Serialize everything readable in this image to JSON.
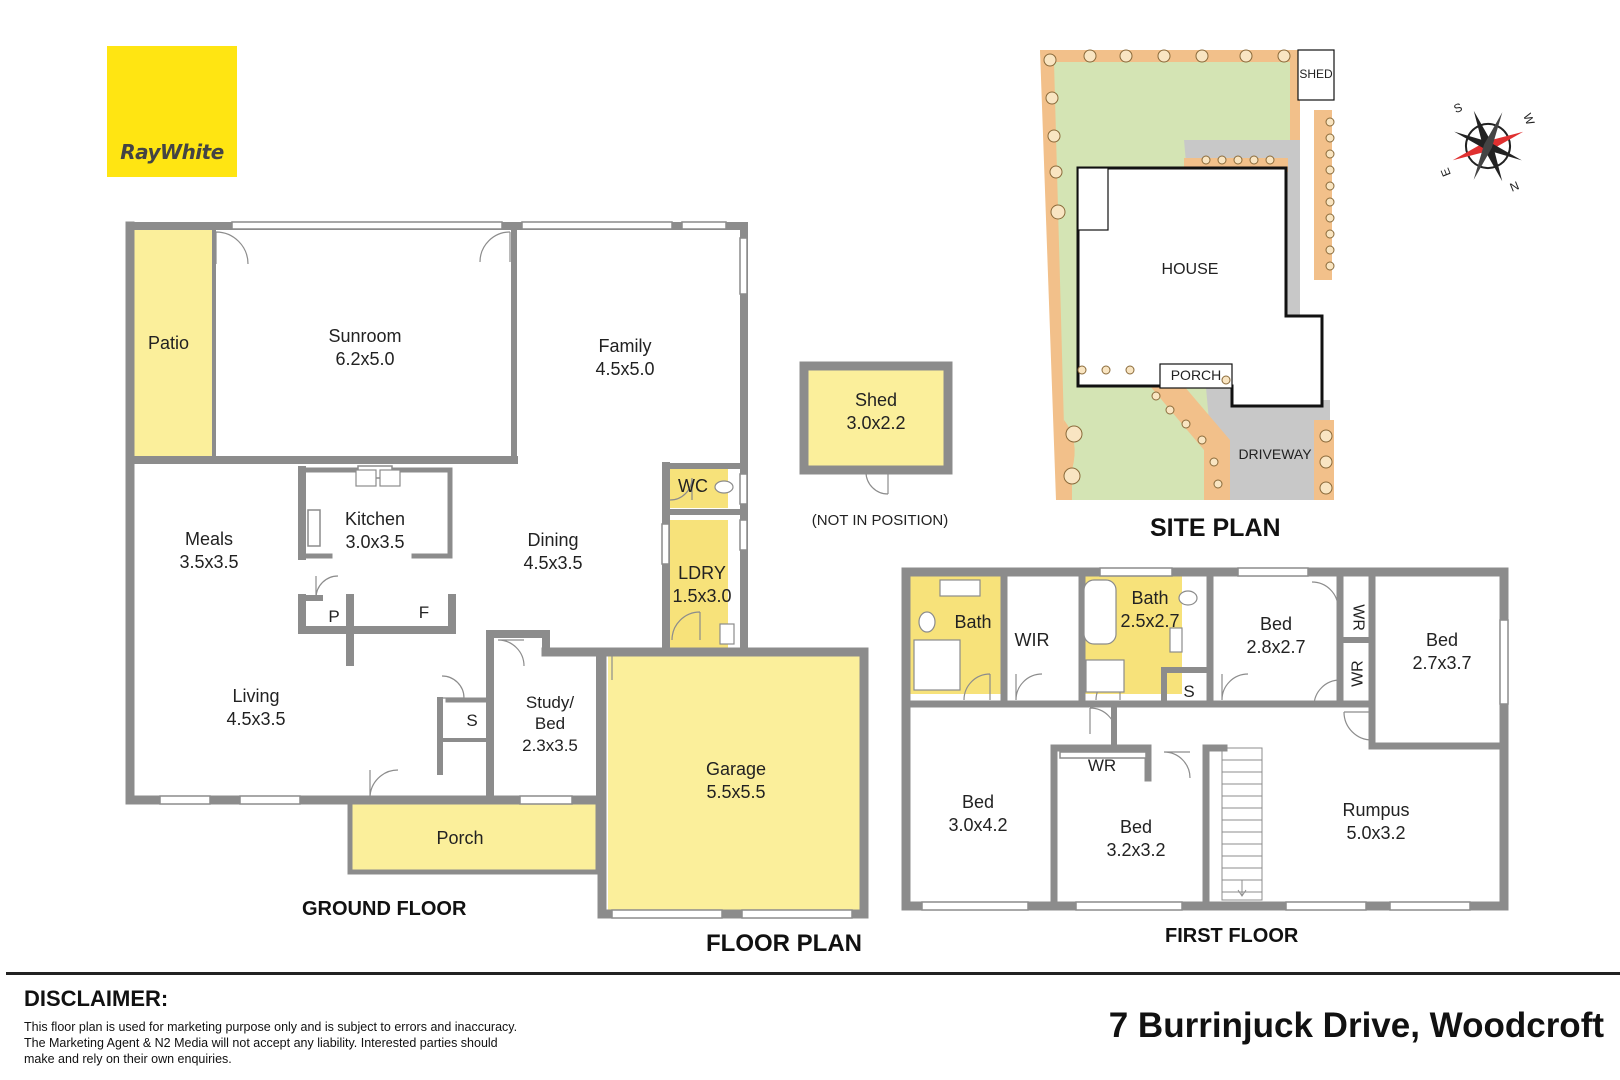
{
  "brand": {
    "logo_text": "RayWhite"
  },
  "headings": {
    "ground_floor": "GROUND FLOOR",
    "floor_plan": "FLOOR PLAN",
    "first_floor": "FIRST FLOOR",
    "site_plan": "SITE PLAN"
  },
  "ground_floor_rooms": {
    "patio": "Patio",
    "sunroom": "Sunroom",
    "sunroom_size": "6.2x5.0",
    "family": "Family",
    "family_size": "4.5x5.0",
    "meals": "Meals",
    "meals_size": "3.5x3.5",
    "kitchen": "Kitchen",
    "kitchen_size": "3.0x3.5",
    "dining": "Dining",
    "dining_size": "4.5x3.5",
    "wc": "WC",
    "ldry": "LDRY",
    "ldry_size": "1.5x3.0",
    "pantry": "P",
    "fridge": "F",
    "living": "Living",
    "living_size": "4.5x3.5",
    "storage": "S",
    "study": "Study/",
    "study_2": "Bed",
    "study_size": "2.3x3.5",
    "garage": "Garage",
    "garage_size": "5.5x5.5",
    "porch": "Porch"
  },
  "shed": {
    "name": "Shed",
    "size": "3.0x2.2",
    "note": "(NOT IN POSITION)"
  },
  "first_floor_rooms": {
    "bath1": "Bath",
    "wir": "WIR",
    "bath2": "Bath",
    "bath2_size": "2.5x2.7",
    "storage": "S",
    "bed2": "Bed",
    "bed2_size": "2.8x2.7",
    "wr_a": "WR",
    "wr_b": "WR",
    "bed3": "Bed",
    "bed3_size": "2.7x3.7",
    "wr_c": "WR",
    "bed4": "Bed",
    "bed4_size": "3.0x4.2",
    "bed5": "Bed",
    "bed5_size": "3.2x3.2",
    "rumpus": "Rumpus",
    "rumpus_size": "5.0x3.2"
  },
  "site_plan": {
    "shed": "SHED",
    "house": "HOUSE",
    "porch": "PORCH",
    "driveway": "DRIVEWAY"
  },
  "compass": {
    "labels": [
      "S",
      "W",
      "N",
      "E"
    ]
  },
  "disclaimer": {
    "title": "DISCLAIMER:",
    "line1": "This floor plan is used for marketing purpose only and is subject to errors and inaccuracy.",
    "line2": "The Marketing Agent & N2 Media will not accept any liability. Interested parties should",
    "line3": "make and rely on their own enquiries."
  },
  "address": "7 Burrinjuck Drive, Woodcroft",
  "colors": {
    "wall": "#8c8c8c",
    "yellow_fill": "#fbef9b",
    "tiles": "#f7e27a",
    "lawn": "#d4e4b4",
    "hedge": "#f2c08a",
    "paving": "#c8c8c8",
    "logo": "#ffe512"
  }
}
